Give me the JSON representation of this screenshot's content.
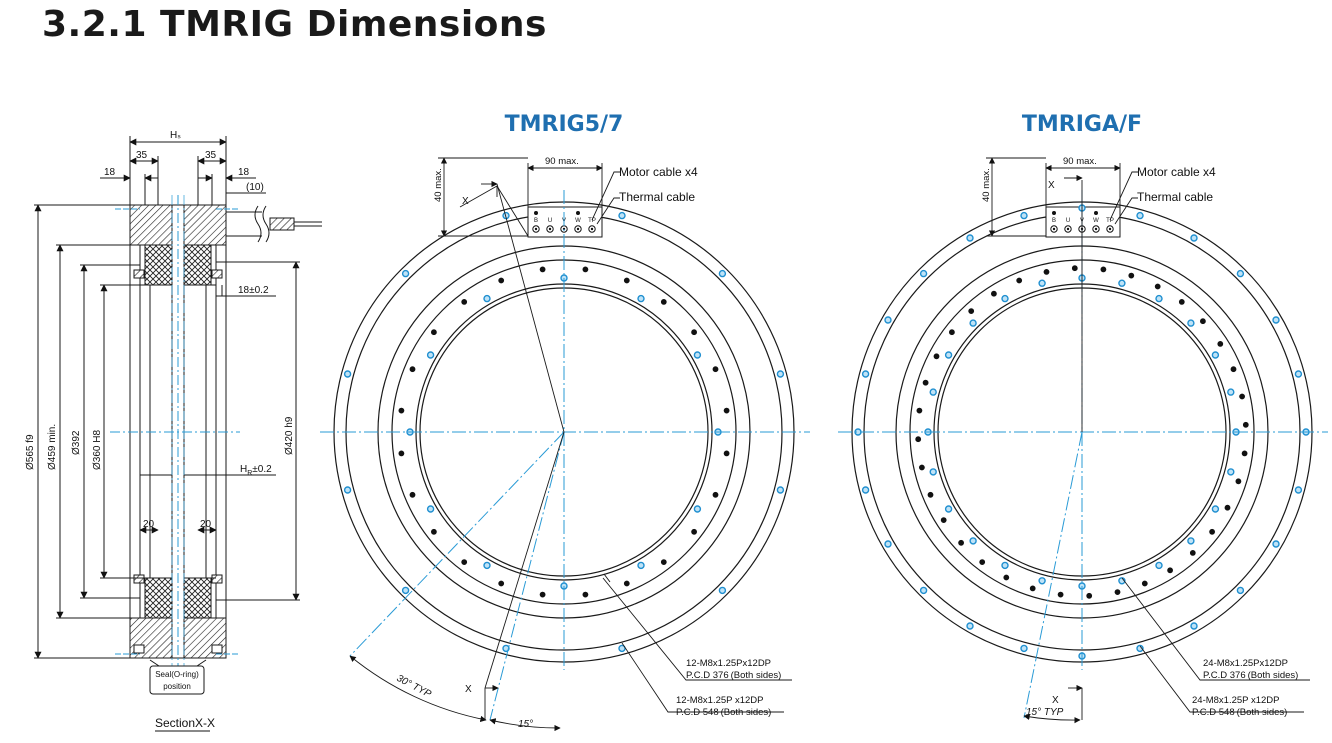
{
  "title": "3.2.1 TMRIG Dimensions",
  "colors": {
    "accent": "#1f6fb0",
    "centerline": "#2a9bd6",
    "hole": "#1f8fd0",
    "line": "#1a1a1a"
  },
  "section": {
    "h_s": "Hₛ",
    "d35_left": "35",
    "d35_right": "35",
    "d18_left": "18",
    "d18_right": "18",
    "d10": "(10)",
    "d18_tol": "18±0.2",
    "hr_tol": "H",
    "hr_sub": "R",
    "hr_suffix": "±0.2",
    "d20_left": "20",
    "d20_right": "20",
    "dia565": "Ø565 f9",
    "dia459": "Ø459 min.",
    "dia392": "Ø392",
    "dia360": "Ø360 H8",
    "dia420": "Ø420 h9",
    "seal_line1": "Seal(O-ring)",
    "seal_line2": "position",
    "caption": "SectionX-X"
  },
  "views": [
    {
      "title": "TMRIG5/7",
      "dim_90": "90 max.",
      "dim_40": "40 max.",
      "motor_cable": "Motor cable x4",
      "thermal_cable": "Thermal cable",
      "x_top": "X",
      "x_bottom": "X",
      "inner_holes_l1": "12-M8x1.25Px12DP",
      "inner_holes_l2": "P.C.D 376",
      "inner_holes_l3": "(Both sides)",
      "outer_holes_l1": "12-M8x1.25P x12DP",
      "outer_holes_l2": "P.C.D  548",
      "outer_holes_l3": "(Both sides)",
      "angle_30": "30° TYP",
      "angle_15": "15°",
      "inner_hole_count": 12,
      "outer_hole_count": 12,
      "black_hole_count": 24
    },
    {
      "title": "TMRIGA/F",
      "dim_90": "90 max.",
      "dim_40": "40 max.",
      "motor_cable": "Motor cable x4",
      "thermal_cable": "Thermal cable",
      "x_top": "X",
      "x_bottom": "X",
      "inner_holes_l1": "24-M8x1.25Px12DP",
      "inner_holes_l2": "P.C.D 376",
      "inner_holes_l3": "(Both sides)",
      "outer_holes_l1": "24-M8x1.25P x12DP",
      "outer_holes_l2": "P.C.D  548",
      "outer_holes_l3": "(Both sides)",
      "angle_15": "15° TYP",
      "inner_hole_count": 24,
      "outer_hole_count": 24,
      "black_hole_count": 36
    }
  ],
  "connector": {
    "labels": [
      "B",
      "U",
      "V",
      "W",
      "TP"
    ]
  }
}
